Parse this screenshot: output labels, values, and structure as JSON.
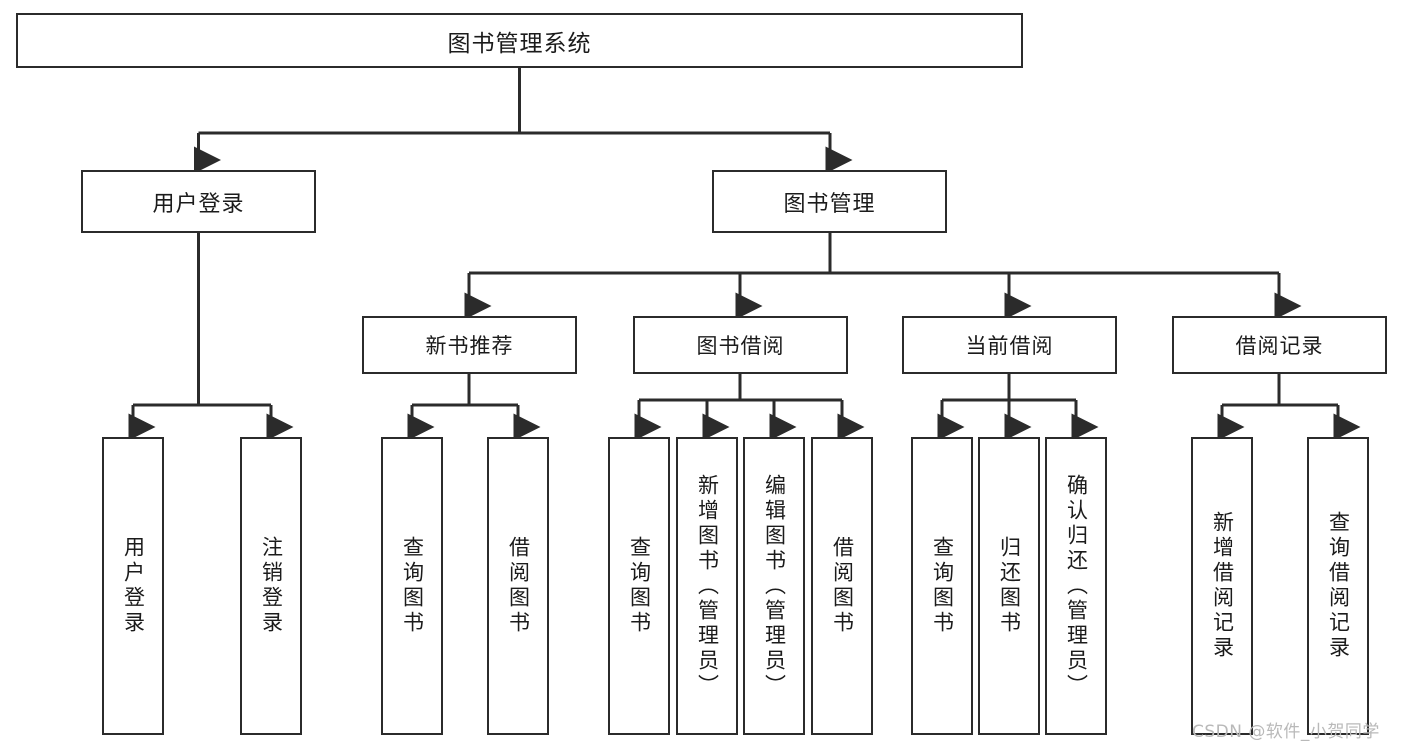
{
  "diagram": {
    "title": "图书管理系统",
    "type": "tree-structure-chart",
    "colors": {
      "box_border": "#2b2b2b",
      "box_fill": "#ffffff",
      "edge": "#2b2b2b",
      "text": "#1b1b1b",
      "watermark": "#b9b9b9"
    },
    "root": {
      "label": "图书管理系统"
    },
    "level2": [
      {
        "id": "user-login",
        "label": "用户登录"
      },
      {
        "id": "book-manage",
        "label": "图书管理"
      }
    ],
    "level3": [
      {
        "id": "new-book-recommend",
        "label": "新书推荐"
      },
      {
        "id": "book-borrow",
        "label": "图书借阅"
      },
      {
        "id": "current-borrow",
        "label": "当前借阅"
      },
      {
        "id": "borrow-record",
        "label": "借阅记录"
      }
    ],
    "leaves": {
      "user-login": [
        {
          "id": "leaf-user-login",
          "label": "用户登录"
        },
        {
          "id": "leaf-user-logout",
          "label": "注销登录"
        }
      ],
      "new-book-recommend": [
        {
          "id": "leaf-query-book-1",
          "label": "查询图书"
        },
        {
          "id": "leaf-borrow-book-1",
          "label": "借阅图书"
        }
      ],
      "book-borrow": [
        {
          "id": "leaf-query-book-2",
          "label": "查询图书"
        },
        {
          "id": "leaf-add-book",
          "label": "新增图书（管理员）"
        },
        {
          "id": "leaf-edit-book",
          "label": "编辑图书（管理员）"
        },
        {
          "id": "leaf-borrow-book-2",
          "label": "借阅图书"
        }
      ],
      "current-borrow": [
        {
          "id": "leaf-query-book-3",
          "label": "查询图书"
        },
        {
          "id": "leaf-return-book",
          "label": "归还图书"
        },
        {
          "id": "leaf-confirm-return",
          "label": "确认归还（管理员）"
        }
      ],
      "borrow-record": [
        {
          "id": "leaf-add-record",
          "label": "新增借阅记录"
        },
        {
          "id": "leaf-query-record",
          "label": "查询借阅记录"
        }
      ]
    }
  },
  "watermark": {
    "text": "CSDN @软件_小贺同学"
  }
}
